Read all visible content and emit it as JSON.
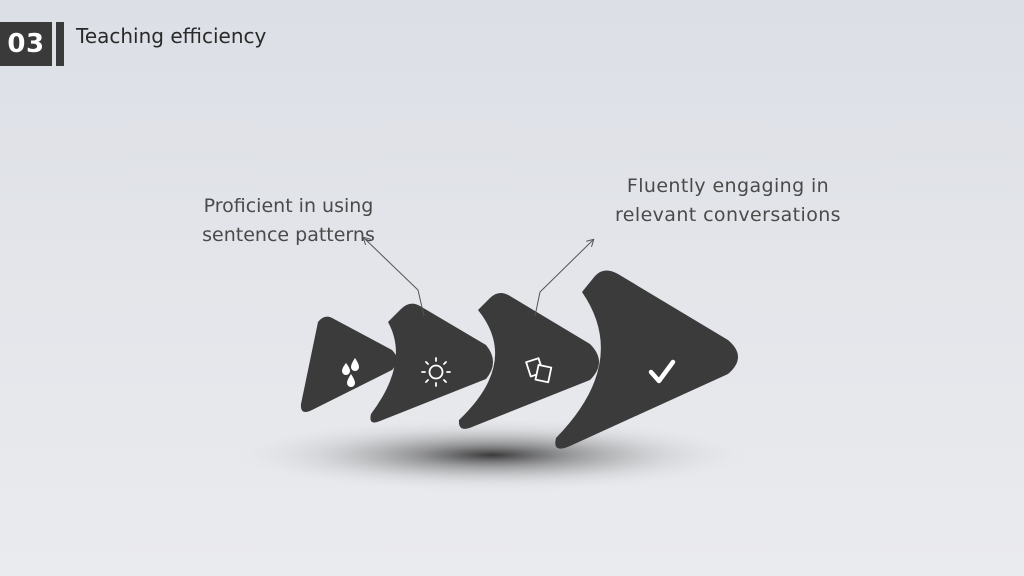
{
  "header": {
    "number": "03",
    "title": "Teaching efficiency"
  },
  "labels": {
    "left": {
      "line1": "Proficient in using",
      "line2": "sentence patterns"
    },
    "right": {
      "line1": "Fluently engaging in",
      "line2": "relevant conversations"
    }
  },
  "steps": [
    {
      "icon": "water-drops-icon"
    },
    {
      "icon": "sun-icon"
    },
    {
      "icon": "copy-pages-icon"
    },
    {
      "icon": "checkmark-icon"
    }
  ],
  "colors": {
    "shape": "#3b3b3b",
    "icon": "#ffffff",
    "connector": "#555555"
  }
}
